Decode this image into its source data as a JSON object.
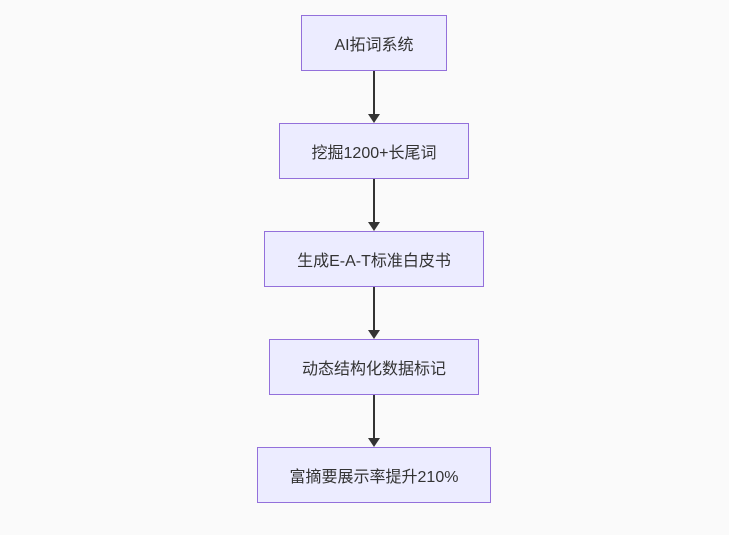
{
  "flowchart": {
    "type": "flowchart-top-down",
    "background_color": "#fafafa",
    "node_fill_color": "#ececff",
    "node_border_color": "#9370db",
    "node_text_color": "#333333",
    "arrow_color": "#333333",
    "nodes": [
      {
        "label": "AI拓词系统"
      },
      {
        "label": "挖掘1200+长尾词"
      },
      {
        "label": "生成E-A-T标准白皮书"
      },
      {
        "label": "动态结构化数据标记"
      },
      {
        "label": "富摘要展示率提升210%"
      }
    ],
    "edges": [
      {
        "from": 0,
        "to": 1
      },
      {
        "from": 1,
        "to": 2
      },
      {
        "from": 2,
        "to": 3
      },
      {
        "from": 3,
        "to": 4
      }
    ]
  }
}
